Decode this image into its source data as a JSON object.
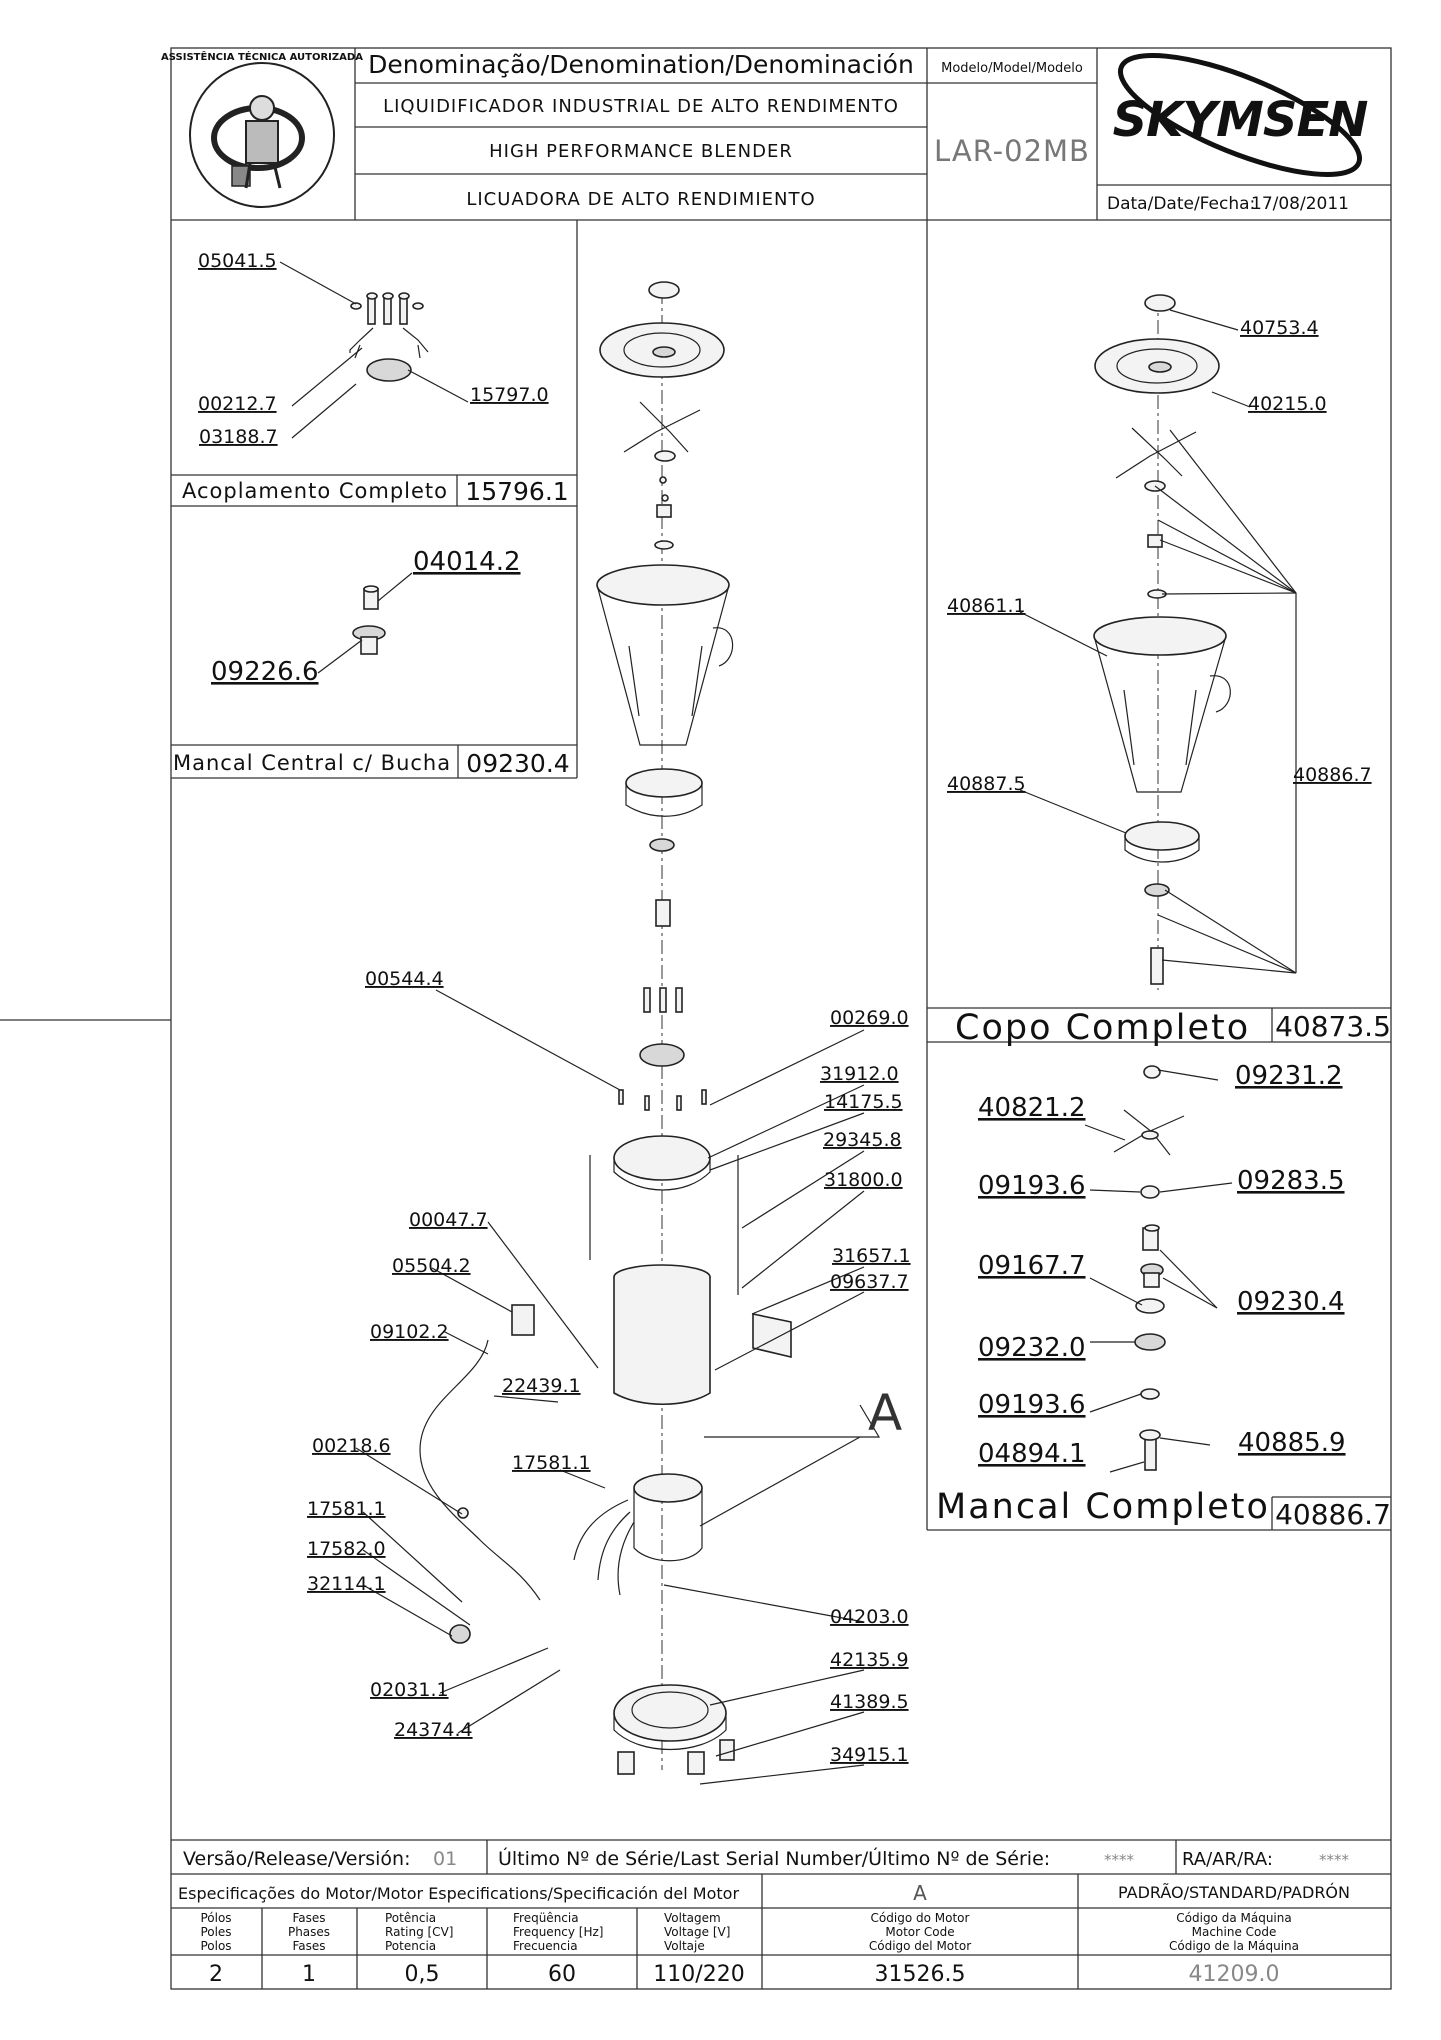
{
  "header": {
    "denomination_label": "Denominação/Denomination/Denominación",
    "name_pt": "LIQUIDIFICADOR INDUSTRIAL DE ALTO RENDIMENTO",
    "name_en": "HIGH PERFORMANCE BLENDER",
    "name_es": "LICUADORA DE ALTO RENDIMIENTO",
    "model_label": "Modelo/Model/Modelo",
    "model_value": "LAR-02MB",
    "brand": "SKYMSEN",
    "date_label": "Data/Date/Fecha:",
    "date_value": "17/08/2011",
    "seal_text": "ASSISTÊNCIA TÉCNICA AUTORIZADA"
  },
  "boxes": {
    "coupling": {
      "title": "Acoplamento Completo",
      "code": "15796.1",
      "parts": [
        "05041.5",
        "00212.7",
        "03188.7",
        "15797.0"
      ]
    },
    "bearing_central": {
      "title": "Mancal Central c/ Bucha",
      "code": "09230.4",
      "parts": [
        "04014.2",
        "09226.6"
      ]
    },
    "cup": {
      "title": "Copo Completo",
      "code": "40873.5",
      "parts": [
        "40753.4",
        "40215.0",
        "40861.1",
        "40887.5",
        "40886.7"
      ]
    },
    "bearing": {
      "title": "Mancal Completo",
      "code": "40886.7",
      "parts": [
        "09231.2",
        "40821.2",
        "09193.6",
        "09283.5",
        "09167.7",
        "09230.4",
        "09232.0",
        "09193.6",
        "04894.1",
        "40885.9"
      ]
    }
  },
  "main_parts": {
    "right": [
      "00269.0",
      "31912.0",
      "14175.5",
      "29345.8",
      "31800.0",
      "31657.1",
      "09637.7",
      "04203.0",
      "42135.9",
      "41389.5",
      "34915.1"
    ],
    "left": [
      "00544.4",
      "00047.7",
      "05504.2",
      "09102.2",
      "22439.1",
      "00218.6",
      "17581.1",
      "17581.1",
      "17582.0",
      "32114.1",
      "02031.1",
      "24374.4"
    ],
    "motor_marker": "A"
  },
  "footer": {
    "version_label": "Versão/Release/Versión:",
    "version_value": "01",
    "serial_label": "Último Nº de Série/Last Serial Number/Último Nº de Série:",
    "serial_value": "****",
    "ra_label": "RA/AR/RA:",
    "ra_value": "****",
    "motor_spec_label": "Especificações do Motor/Motor Especifications/Specificación del Motor",
    "motor_marker": "A",
    "standard_label": "PADRÃO/STANDARD/PADRÓN",
    "columns": [
      {
        "lines": [
          "Pólos",
          "Poles",
          "Polos"
        ],
        "value": "2"
      },
      {
        "lines": [
          "Fases",
          "Phases",
          "Fases"
        ],
        "value": "1"
      },
      {
        "lines": [
          "Potência",
          "Rating [CV]",
          "Potencia"
        ],
        "value": "0,5"
      },
      {
        "lines": [
          "Freqüência",
          "Frequency [Hz]",
          "Frecuencia"
        ],
        "value": "60"
      },
      {
        "lines": [
          "Voltagem",
          "Voltage [V]",
          "Voltaje"
        ],
        "value": "110/220"
      },
      {
        "lines": [
          "Código do Motor",
          "Motor Code",
          "Código del Motor"
        ],
        "value": "31526.5"
      },
      {
        "lines": [
          "Código da Máquina",
          "Machine Code",
          "Código de la Máquina"
        ],
        "value": "41209.0"
      }
    ]
  }
}
